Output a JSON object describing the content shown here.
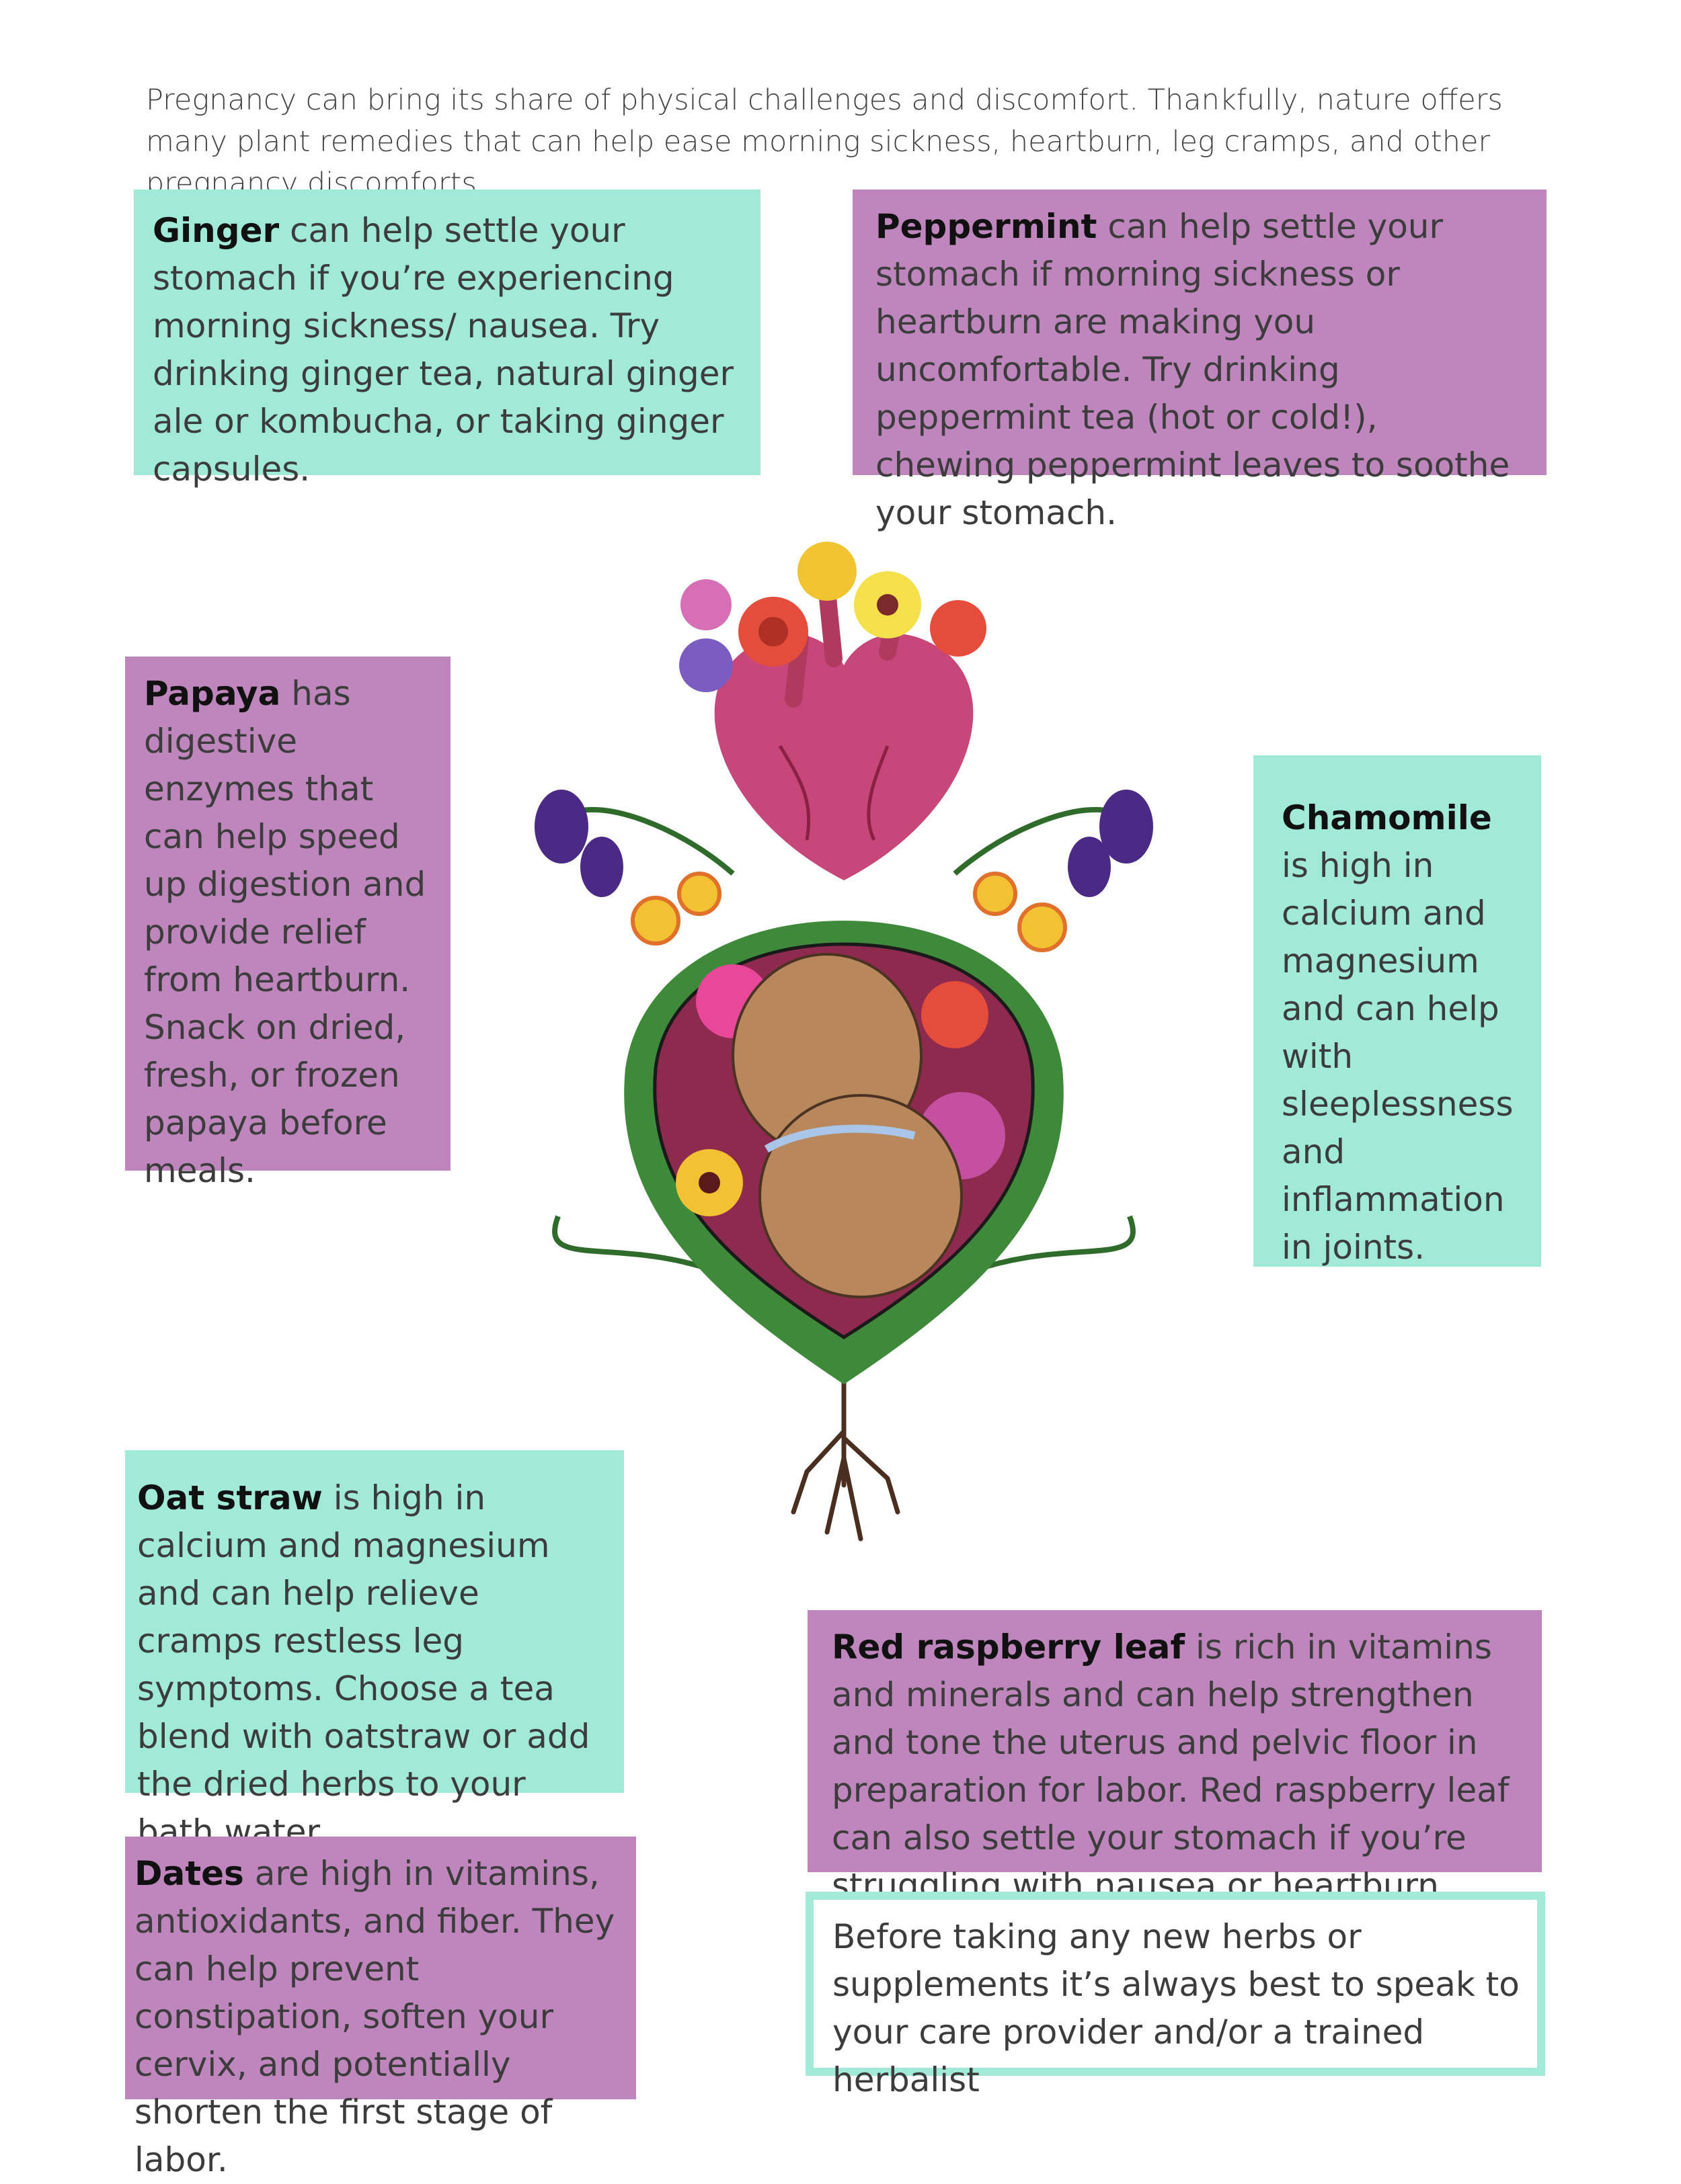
{
  "intro": "Pregnancy can bring its share of physical challenges and discomfort. Thankfully, nature offers many plant remedies that can help ease morning sickness, heartburn, leg cramps, and other pregnancy discomforts.",
  "cards": {
    "ginger": {
      "name": "Ginger",
      "text": " can help settle your stomach if you’re experiencing morning sickness/ nausea. Try drinking ginger tea, natural ginger ale or kombucha, or taking ginger capsules."
    },
    "peppermint": {
      "name": "Peppermint",
      "text": "  can help settle your stomach if morning sickness or heartburn are making you uncomfortable. Try drinking peppermint tea (hot or cold!), chewing peppermint leaves to soothe your stomach."
    },
    "papaya": {
      "name": "Papaya",
      "text": "  has digestive enzymes that can help speed up digestion and provide relief from heartburn. Snack on dried, fresh, or frozen papaya before meals."
    },
    "chamomile": {
      "name": "Chamomile",
      "text": " is high in calcium and magnesium and can help with sleeplessness and inflammation in joints."
    },
    "oatstraw": {
      "name": "Oat straw",
      "text": " is high in calcium and magnesium and can help relieve cramps restless leg symptoms. Choose a tea blend with oatstraw or add the dried herbs to your bath water."
    },
    "raspberry": {
      "name": "Red raspberry leaf",
      "text": " is rich in vitamins and minerals and can help strengthen and tone the uterus and pelvic floor in preparation for labor. Red raspberry leaf can also settle your stomach if you’re struggling with nausea or heartburn."
    },
    "dates": {
      "name": "Dates",
      "text": " are high in vitamins, antioxidants, and fiber. They can help prevent constipation, soften your cervix, and potentially shorten the first stage of labor."
    }
  },
  "disclaimer": "Before taking any new herbs or supplements it’s always best to speak to your care provider and/or a trained herbalist",
  "colors": {
    "teal": "#a1ead8",
    "purple": "#bf86bd",
    "heart": "#c8477a",
    "womb": "#8e2a4d",
    "baby": "#b8875c",
    "leaf": "#3f8a3a"
  },
  "illustration": {
    "icon": "heart-womb-flowers-illustration"
  }
}
